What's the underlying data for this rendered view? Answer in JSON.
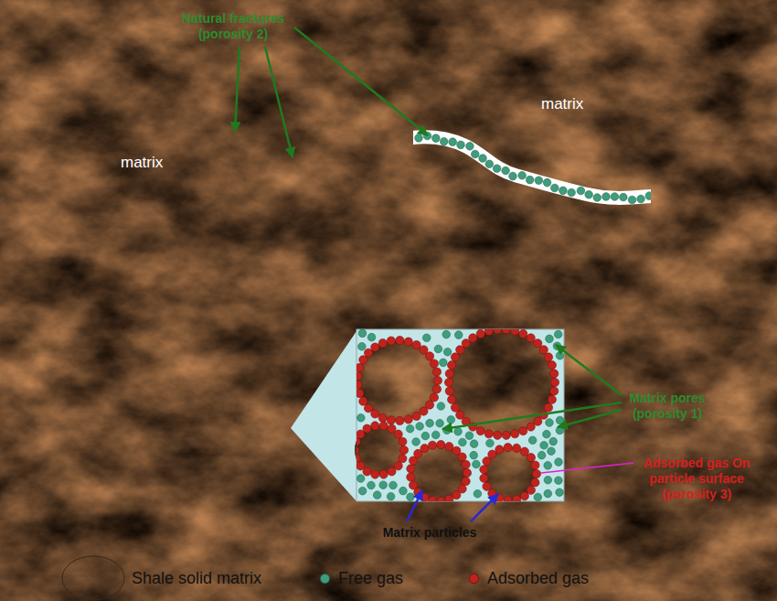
{
  "diagram": {
    "nodes": [
      {
        "text": [
          "matrix"
        ]
      },
      {
        "text": [
          "matrix"
        ]
      }
    ],
    "labels": [
      "Natural fractures (porosity 2)",
      "Matrix pores (porosity 1)",
      "Adsorbed gas On particle surface (porosity 3)",
      "Matrix particles"
    ],
    "legend": [
      {
        "text": "Shale solid matrix"
      },
      {
        "text": "Free gas",
        "color": "#3f9c7c"
      },
      {
        "text": "Adsorbed gas",
        "color": "#c0231d"
      }
    ]
  }
}
